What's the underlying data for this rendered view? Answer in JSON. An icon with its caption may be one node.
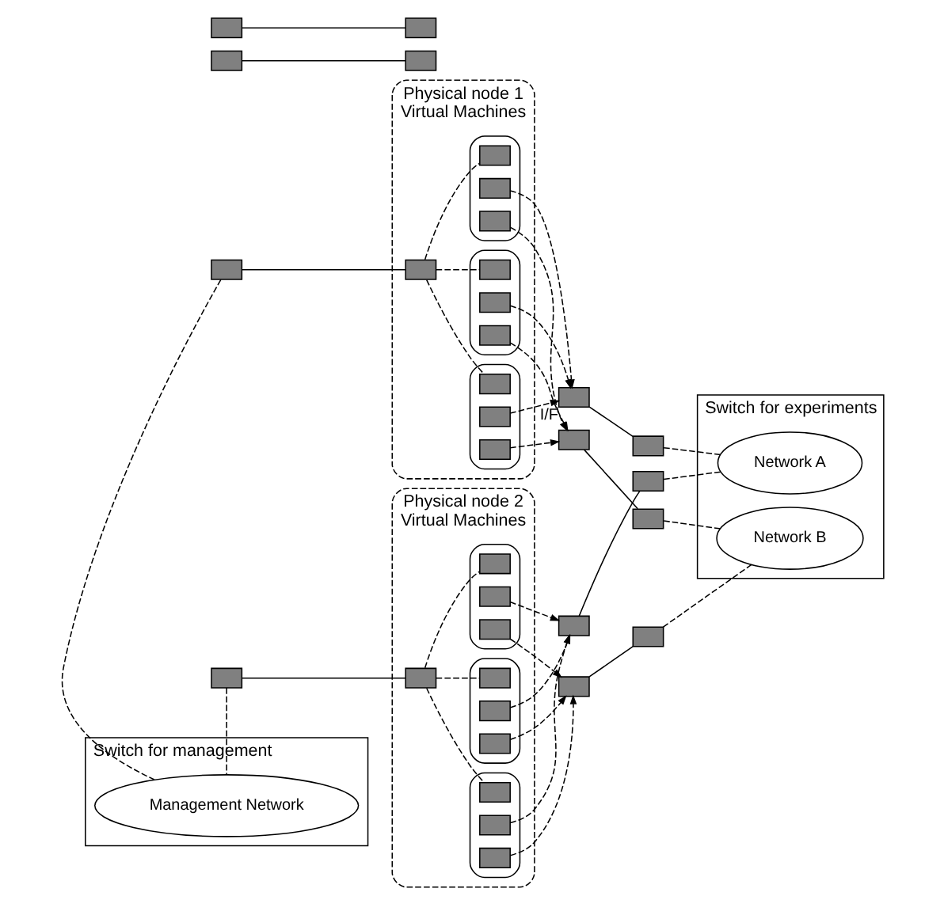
{
  "diagram": {
    "nodes": [
      {
        "text": [
          "Switch for management"
        ]
      },
      {
        "text": [
          "Management Network"
        ],
        "in": 0
      },
      {
        "text": [],
        "shape": "box"
      },
      {
        "text": [],
        "shape": "box"
      },
      {
        "text": [
          "Physical node 1",
          "Virtual Machines"
        ]
      },
      {
        "text": [],
        "shape": "box",
        "in": 4
      },
      {
        "text": [],
        "shape": "box",
        "in": 4
      },
      {
        "text": [],
        "shape": "box",
        "in": 6
      },
      {
        "text": [],
        "shape": "box",
        "in": 6
      },
      {
        "text": [],
        "shape": "box",
        "in": 6
      },
      {
        "text": [],
        "shape": "box",
        "in": 4
      },
      {
        "text": [],
        "shape": "box",
        "in": 10
      },
      {
        "text": [],
        "shape": "box",
        "in": 10
      },
      {
        "text": [],
        "shape": "box",
        "in": 10
      },
      {
        "text": [],
        "shape": "box",
        "in": 4
      },
      {
        "text": [],
        "shape": "box",
        "in": 14
      },
      {
        "text": [],
        "shape": "box",
        "in": 14
      },
      {
        "text": [],
        "shape": "box",
        "in": 14
      },
      {
        "text": [],
        "shape": "box",
        "beside": [
          "I/F"
        ]
      },
      {
        "text": [],
        "shape": "box"
      },
      {
        "text": [],
        "shape": "box"
      },
      {
        "text": [
          "Physical node 2",
          "Virtual Machines"
        ]
      },
      {
        "text": [],
        "shape": "box",
        "in": 21
      },
      {
        "text": [],
        "shape": "box",
        "in": 21
      },
      {
        "text": [],
        "shape": "box",
        "in": 23
      },
      {
        "text": [],
        "shape": "box",
        "in": 23
      },
      {
        "text": [],
        "shape": "box",
        "in": 23
      },
      {
        "text": [],
        "shape": "box",
        "in": 21
      },
      {
        "text": [],
        "shape": "box",
        "in": 27
      },
      {
        "text": [],
        "shape": "box",
        "in": 27
      },
      {
        "text": [],
        "shape": "box",
        "in": 27
      },
      {
        "text": [],
        "shape": "box",
        "in": 21
      },
      {
        "text": [],
        "shape": "box",
        "in": 31
      },
      {
        "text": [],
        "shape": "box",
        "in": 31
      },
      {
        "text": [],
        "shape": "box",
        "in": 31
      },
      {
        "text": [],
        "shape": "box"
      },
      {
        "text": [],
        "shape": "box"
      },
      {
        "text": [],
        "shape": "box"
      },
      {
        "text": [
          "Switch for experiments"
        ]
      },
      {
        "text": [
          "Network A"
        ],
        "in": 38
      },
      {
        "text": [
          "Network B"
        ],
        "in": 38
      },
      {
        "text": [],
        "shape": "box"
      },
      {
        "text": [],
        "shape": "box"
      },
      {
        "text": [],
        "shape": "box"
      },
      {
        "text": [],
        "shape": "box"
      },
      {
        "text": [],
        "shape": "box"
      },
      {
        "text": [],
        "shape": "box"
      }
    ],
    "edges": [
      {
        "from": 2,
        "to": 1,
        "arrow": "none",
        "style": "dashed"
      },
      {
        "from": 3,
        "to": 1,
        "arrow": "none",
        "style": "dashed"
      },
      {
        "from": 2,
        "to": 5,
        "arrow": "none"
      },
      {
        "from": 3,
        "to": 22,
        "arrow": "none"
      },
      {
        "from": 5,
        "to": 7,
        "arrow": "none",
        "style": "dashed"
      },
      {
        "from": 5,
        "to": 11,
        "arrow": "none",
        "style": "dashed"
      },
      {
        "from": 5,
        "to": 15,
        "arrow": "none",
        "style": "dashed"
      },
      {
        "from": 8,
        "to": 18,
        "arrow": "to",
        "style": "dashed"
      },
      {
        "from": 9,
        "to": 19,
        "arrow": "to",
        "style": "dashed"
      },
      {
        "from": 12,
        "to": 18,
        "arrow": "to",
        "style": "dashed"
      },
      {
        "from": 13,
        "to": 19,
        "arrow": "to",
        "style": "dashed"
      },
      {
        "from": 16,
        "to": 18,
        "arrow": "to",
        "style": "dashed"
      },
      {
        "from": 17,
        "to": 19,
        "arrow": "to",
        "style": "dashed"
      },
      {
        "from": 18,
        "to": 41,
        "arrow": "none"
      },
      {
        "from": 19,
        "to": 42,
        "arrow": "none"
      },
      {
        "from": 20,
        "to": 43,
        "arrow": "none"
      },
      {
        "from": 22,
        "to": 24,
        "arrow": "none",
        "style": "dashed"
      },
      {
        "from": 22,
        "to": 28,
        "arrow": "none",
        "style": "dashed"
      },
      {
        "from": 22,
        "to": 32,
        "arrow": "none",
        "style": "dashed"
      },
      {
        "from": 25,
        "to": 35,
        "arrow": "to",
        "style": "dashed"
      },
      {
        "from": 26,
        "to": 36,
        "arrow": "to",
        "style": "dashed"
      },
      {
        "from": 29,
        "to": 35,
        "arrow": "to",
        "style": "dashed"
      },
      {
        "from": 30,
        "to": 36,
        "arrow": "to",
        "style": "dashed"
      },
      {
        "from": 33,
        "to": 35,
        "arrow": "to",
        "style": "dashed"
      },
      {
        "from": 34,
        "to": 36,
        "arrow": "to",
        "style": "dashed"
      },
      {
        "from": 35,
        "to": 44,
        "arrow": "none"
      },
      {
        "from": 36,
        "to": 45,
        "arrow": "none"
      },
      {
        "from": 37,
        "to": 46,
        "arrow": "none"
      },
      {
        "from": 41,
        "to": 39,
        "arrow": "none",
        "style": "dashed"
      },
      {
        "from": 42,
        "to": 40,
        "arrow": "none",
        "style": "dashed"
      },
      {
        "from": 44,
        "to": 39,
        "arrow": "none",
        "style": "dashed"
      },
      {
        "from": 45,
        "to": 40,
        "arrow": "none",
        "style": "dashed"
      }
    ]
  }
}
